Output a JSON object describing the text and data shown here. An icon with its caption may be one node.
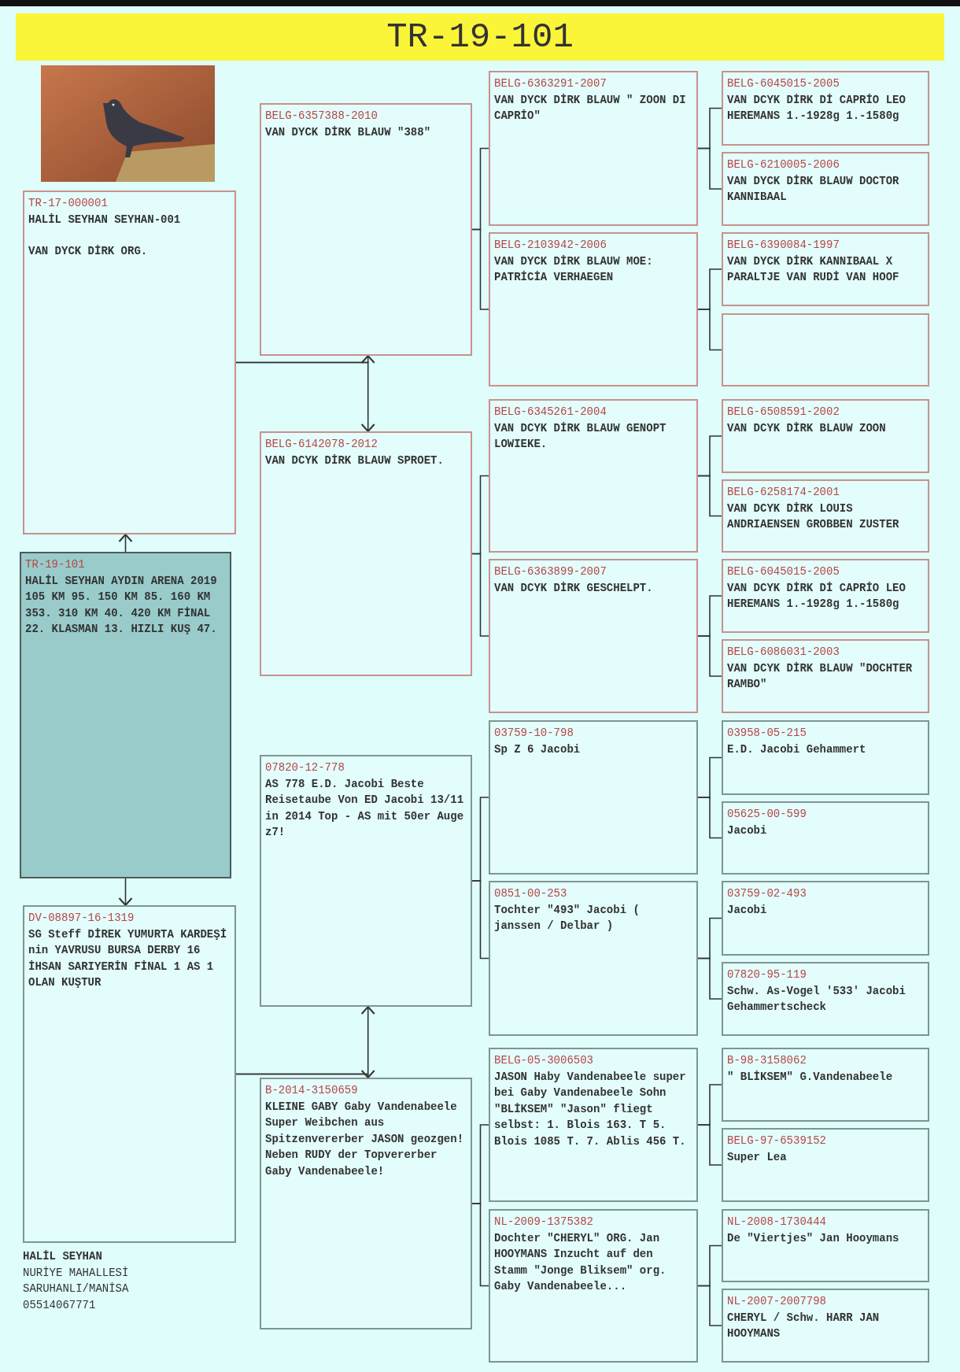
{
  "diagram": {
    "title": "TR-19-101",
    "nodes": [
      {
        "text": [
          "TR-17-000001",
          "HALİL SEYHAN SEYHAN-001",
          "VAN DYCK DİRK ORG."
        ]
      },
      {
        "text": [
          "TR-19-101",
          "HALİL SEYHAN AYDIN ARENA 2019 105 KM 95. 150 KM 85. 160 KM 353. 310 KM 40. 420 KM FİNAL 22. KLASMAN 13. HIZLI KUŞ 47."
        ]
      },
      {
        "text": [
          "DV-08897-16-1319",
          "SG Steff DİREK YUMURTA KARDEŞİ nin YAVRUSU BURSA DERBY 16 İHSAN SARIYERİN FİNAL 1 AS 1 OLAN KUŞTUR"
        ]
      },
      {
        "text": [
          "BELG-6357388-2010",
          "VAN DYCK DİRK BLAUW \"388\""
        ]
      },
      {
        "text": [
          "BELG-6142078-2012",
          "VAN DCYK DİRK BLAUW SPROET."
        ]
      },
      {
        "text": [
          "07820-12-778",
          "AS 778 E.D. Jacobi Beste Reisetaube Von ED Jacobi 13/11 in 2014 Top - AS mit 50er Auge z7!"
        ]
      },
      {
        "text": [
          "B-2014-3150659",
          "KLEINE GABY Gaby Vandenabeele Super Weibchen aus Spitzenvererber JASON geozgen! Neben RUDY der Topvererber Gaby Vandenabeele!"
        ]
      },
      {
        "text": [
          "BELG-6363291-2007",
          "VAN DYCK DİRK BLAUW \" ZOON DI CAPRİO\""
        ]
      },
      {
        "text": [
          "BELG-2103942-2006",
          "VAN DYCK DİRK BLAUW MOE: PATRİCİA VERHAEGEN"
        ]
      },
      {
        "text": [
          "BELG-6345261-2004",
          "VAN DCYK DİRK BLAUW GENOPT LOWIEKE."
        ]
      },
      {
        "text": [
          "BELG-6363899-2007",
          "VAN DCYK DİRK GESCHELPT."
        ]
      },
      {
        "text": [
          "03759-10-798",
          "Sp Z 6 Jacobi"
        ]
      },
      {
        "text": [
          "0851-00-253",
          "Tochter \"493\" Jacobi ( janssen / Delbar )"
        ]
      },
      {
        "text": [
          "BELG-05-3006503",
          "JASON Haby Vandenabeele super bei Gaby Vandenabeele Sohn \"BLİKSEM\" \"Jason\" fliegt selbst: 1. Blois 163. T 5. Blois 1085 T. 7. Ablis 456 T."
        ]
      },
      {
        "text": [
          "NL-2009-1375382",
          "Dochter \"CHERYL\" ORG. Jan HOOYMANS Inzucht auf den Stamm \"Jonge Bliksem\" org. Gaby Vandenabeele..."
        ]
      },
      {
        "text": [
          "BELG-6045015-2005",
          "VAN DCYK DİRK Dİ CAPRİO LEO HEREMANS 1.-1928g 1.-1580g"
        ]
      },
      {
        "text": [
          "BELG-6210005-2006",
          "VAN DYCK DİRK BLAUW DOCTOR KANNIBAAL"
        ]
      },
      {
        "text": [
          "BELG-6390084-1997",
          "VAN DYCK DİRK KANNIBAAL X PARALTJE VAN RUDİ VAN HOOF"
        ]
      },
      {
        "text": [],
        "shape": "box"
      },
      {
        "text": [
          "BELG-6508591-2002",
          "VAN DCYK DİRK BLAUW ZOON"
        ]
      },
      {
        "text": [
          "BELG-6258174-2001",
          "VAN DCYK DİRK LOUIS ANDRIAENSEN GROBBEN ZUSTER"
        ]
      },
      {
        "text": [
          "BELG-6045015-2005",
          "VAN DCYK DİRK Dİ CAPRİO LEO HEREMANS 1.-1928g 1.-1580g"
        ]
      },
      {
        "text": [
          "BELG-6086031-2003",
          "VAN DCYK DİRK BLAUW \"DOCHTER RAMBO\""
        ]
      },
      {
        "text": [
          "03958-05-215",
          "E.D. Jacobi Gehammert"
        ]
      },
      {
        "text": [
          "05625-00-599",
          "Jacobi"
        ]
      },
      {
        "text": [
          "03759-02-493",
          "Jacobi"
        ]
      },
      {
        "text": [
          "07820-95-119",
          "Schw. As-Vogel '533' Jacobi Gehammertscheck"
        ]
      },
      {
        "text": [
          "B-98-3158062",
          "\" BLİKSEM\" G.Vandenabeele"
        ]
      },
      {
        "text": [
          "BELG-97-6539152",
          "Super Lea"
        ]
      },
      {
        "text": [
          "NL-2008-1730444",
          "De \"Viertjes\" Jan Hooymans"
        ]
      },
      {
        "text": [
          "NL-2007-2007798",
          "CHERYL / Schw. HARR JAN HOOYMANS"
        ]
      }
    ],
    "edges": [
      {
        "from": 1,
        "to": 0,
        "arrow": "to"
      },
      {
        "from": 1,
        "to": 2,
        "arrow": "to"
      },
      {
        "from": 0,
        "to": 3,
        "arrow": "to"
      },
      {
        "from": 0,
        "to": 4,
        "arrow": "to"
      },
      {
        "from": 2,
        "to": 5,
        "arrow": "to"
      },
      {
        "from": 2,
        "to": 6,
        "arrow": "to"
      },
      {
        "from": 3,
        "to": 7,
        "arrow": "none"
      },
      {
        "from": 3,
        "to": 8,
        "arrow": "none"
      },
      {
        "from": 4,
        "to": 9,
        "arrow": "none"
      },
      {
        "from": 4,
        "to": 10,
        "arrow": "none"
      },
      {
        "from": 5,
        "to": 11,
        "arrow": "none"
      },
      {
        "from": 5,
        "to": 12,
        "arrow": "none"
      },
      {
        "from": 6,
        "to": 13,
        "arrow": "none"
      },
      {
        "from": 6,
        "to": 14,
        "arrow": "none"
      },
      {
        "from": 7,
        "to": 15,
        "arrow": "none"
      },
      {
        "from": 7,
        "to": 16,
        "arrow": "none"
      },
      {
        "from": 8,
        "to": 17,
        "arrow": "none"
      },
      {
        "from": 8,
        "to": 18,
        "arrow": "none"
      },
      {
        "from": 9,
        "to": 19,
        "arrow": "none"
      },
      {
        "from": 9,
        "to": 20,
        "arrow": "none"
      },
      {
        "from": 10,
        "to": 21,
        "arrow": "none"
      },
      {
        "from": 10,
        "to": 22,
        "arrow": "none"
      },
      {
        "from": 11,
        "to": 23,
        "arrow": "none"
      },
      {
        "from": 11,
        "to": 24,
        "arrow": "none"
      },
      {
        "from": 12,
        "to": 25,
        "arrow": "none"
      },
      {
        "from": 12,
        "to": 26,
        "arrow": "none"
      },
      {
        "from": 13,
        "to": 27,
        "arrow": "none"
      },
      {
        "from": 13,
        "to": 28,
        "arrow": "none"
      },
      {
        "from": 14,
        "to": 29,
        "arrow": "none"
      },
      {
        "from": 14,
        "to": 30,
        "arrow": "none"
      }
    ],
    "labels": [
      "HALİL SEYHAN",
      "NURİYE MAHALLESİ",
      "SARUHANLI/MANİSA",
      "05514067771"
    ]
  }
}
